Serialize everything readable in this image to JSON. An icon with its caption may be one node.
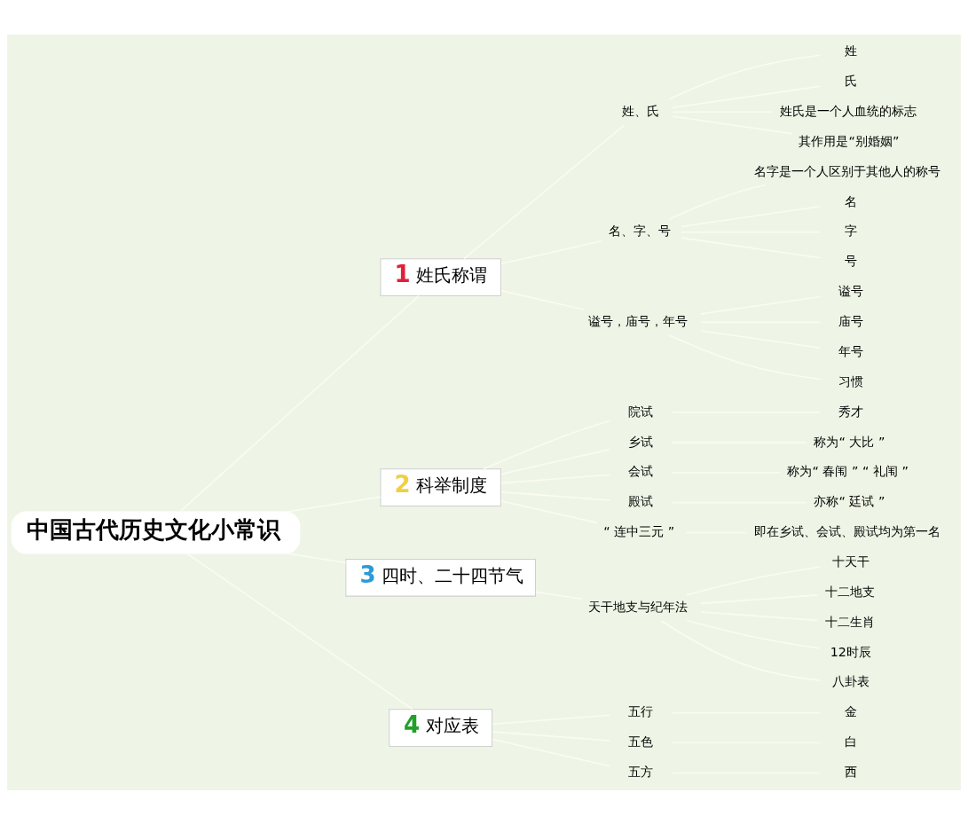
{
  "diagram": {
    "nodes": [
      {
        "text": [
          "中国古代历史文化小常识"
        ]
      },
      {
        "text": [
          "1",
          "姓氏称谓"
        ]
      },
      {
        "text": [
          "姓、氏"
        ]
      },
      {
        "text": [
          "姓"
        ]
      },
      {
        "text": [
          "氏"
        ]
      },
      {
        "text": [
          "姓氏是一个人血统的标志"
        ]
      },
      {
        "text": [
          "其作用是“别婚姻”"
        ]
      },
      {
        "text": [
          "名、字、号"
        ]
      },
      {
        "text": [
          "名字是一个人区别于其他人的称号"
        ]
      },
      {
        "text": [
          "名"
        ]
      },
      {
        "text": [
          "字"
        ]
      },
      {
        "text": [
          "号"
        ]
      },
      {
        "text": [
          "谥号，庙号，年号"
        ]
      },
      {
        "text": [
          "谥号"
        ]
      },
      {
        "text": [
          "庙号"
        ]
      },
      {
        "text": [
          "年号"
        ]
      },
      {
        "text": [
          "习惯"
        ]
      },
      {
        "text": [
          "2",
          "科举制度"
        ]
      },
      {
        "text": [
          "院试"
        ]
      },
      {
        "text": [
          "秀才"
        ]
      },
      {
        "text": [
          "乡试"
        ]
      },
      {
        "text": [
          "称为“ 大比 ”"
        ]
      },
      {
        "text": [
          "会试"
        ]
      },
      {
        "text": [
          "称为“ 春闱 ” “ 礼闱 ”"
        ]
      },
      {
        "text": [
          "殿试"
        ]
      },
      {
        "text": [
          "亦称“ 廷试 ”"
        ]
      },
      {
        "text": [
          "“ 连中三元 ”"
        ]
      },
      {
        "text": [
          "即在乡试、会试、殿试均为第一名"
        ]
      },
      {
        "text": [
          "3",
          "四时、二十四节气"
        ]
      },
      {
        "text": [
          "天干地支与纪年法"
        ]
      },
      {
        "text": [
          "十天干"
        ]
      },
      {
        "text": [
          "十二地支"
        ]
      },
      {
        "text": [
          "十二生肖"
        ]
      },
      {
        "text": [
          "12时辰"
        ]
      },
      {
        "text": [
          "八卦表"
        ]
      },
      {
        "text": [
          "4",
          "对应表"
        ]
      },
      {
        "text": [
          "五行"
        ]
      },
      {
        "text": [
          "金"
        ]
      },
      {
        "text": [
          "五色"
        ]
      },
      {
        "text": [
          "白"
        ]
      },
      {
        "text": [
          "五方"
        ]
      },
      {
        "text": [
          "西"
        ]
      }
    ],
    "edges": [
      {
        "from": 0,
        "to": 1,
        "arrow": "none"
      },
      {
        "from": 1,
        "to": 2,
        "arrow": "none"
      },
      {
        "from": 2,
        "to": 3,
        "arrow": "none"
      },
      {
        "from": 2,
        "to": 4,
        "arrow": "none"
      },
      {
        "from": 2,
        "to": 5,
        "arrow": "none"
      },
      {
        "from": 2,
        "to": 6,
        "arrow": "none"
      },
      {
        "from": 1,
        "to": 7,
        "arrow": "none"
      },
      {
        "from": 7,
        "to": 8,
        "arrow": "none"
      },
      {
        "from": 7,
        "to": 9,
        "arrow": "none"
      },
      {
        "from": 7,
        "to": 10,
        "arrow": "none"
      },
      {
        "from": 7,
        "to": 11,
        "arrow": "none"
      },
      {
        "from": 1,
        "to": 12,
        "arrow": "none"
      },
      {
        "from": 12,
        "to": 13,
        "arrow": "none"
      },
      {
        "from": 12,
        "to": 14,
        "arrow": "none"
      },
      {
        "from": 12,
        "to": 15,
        "arrow": "none"
      },
      {
        "from": 12,
        "to": 16,
        "arrow": "none"
      },
      {
        "from": 0,
        "to": 17,
        "arrow": "none"
      },
      {
        "from": 17,
        "to": 18,
        "arrow": "none"
      },
      {
        "from": 18,
        "to": 19,
        "arrow": "none"
      },
      {
        "from": 17,
        "to": 20,
        "arrow": "none"
      },
      {
        "from": 20,
        "to": 21,
        "arrow": "none"
      },
      {
        "from": 17,
        "to": 22,
        "arrow": "none"
      },
      {
        "from": 22,
        "to": 23,
        "arrow": "none"
      },
      {
        "from": 17,
        "to": 24,
        "arrow": "none"
      },
      {
        "from": 24,
        "to": 25,
        "arrow": "none"
      },
      {
        "from": 17,
        "to": 26,
        "arrow": "none"
      },
      {
        "from": 26,
        "to": 27,
        "arrow": "none"
      },
      {
        "from": 0,
        "to": 28,
        "arrow": "none"
      },
      {
        "from": 28,
        "to": 29,
        "arrow": "none"
      },
      {
        "from": 29,
        "to": 30,
        "arrow": "none"
      },
      {
        "from": 29,
        "to": 31,
        "arrow": "none"
      },
      {
        "from": 29,
        "to": 32,
        "arrow": "none"
      },
      {
        "from": 29,
        "to": 33,
        "arrow": "none"
      },
      {
        "from": 29,
        "to": 34,
        "arrow": "none"
      },
      {
        "from": 0,
        "to": 35,
        "arrow": "none"
      },
      {
        "from": 35,
        "to": 36,
        "arrow": "none"
      },
      {
        "from": 36,
        "to": 37,
        "arrow": "none"
      },
      {
        "from": 35,
        "to": 38,
        "arrow": "none"
      },
      {
        "from": 38,
        "to": 39,
        "arrow": "none"
      },
      {
        "from": 35,
        "to": 40,
        "arrow": "none"
      },
      {
        "from": 40,
        "to": 41,
        "arrow": "none"
      }
    ]
  }
}
